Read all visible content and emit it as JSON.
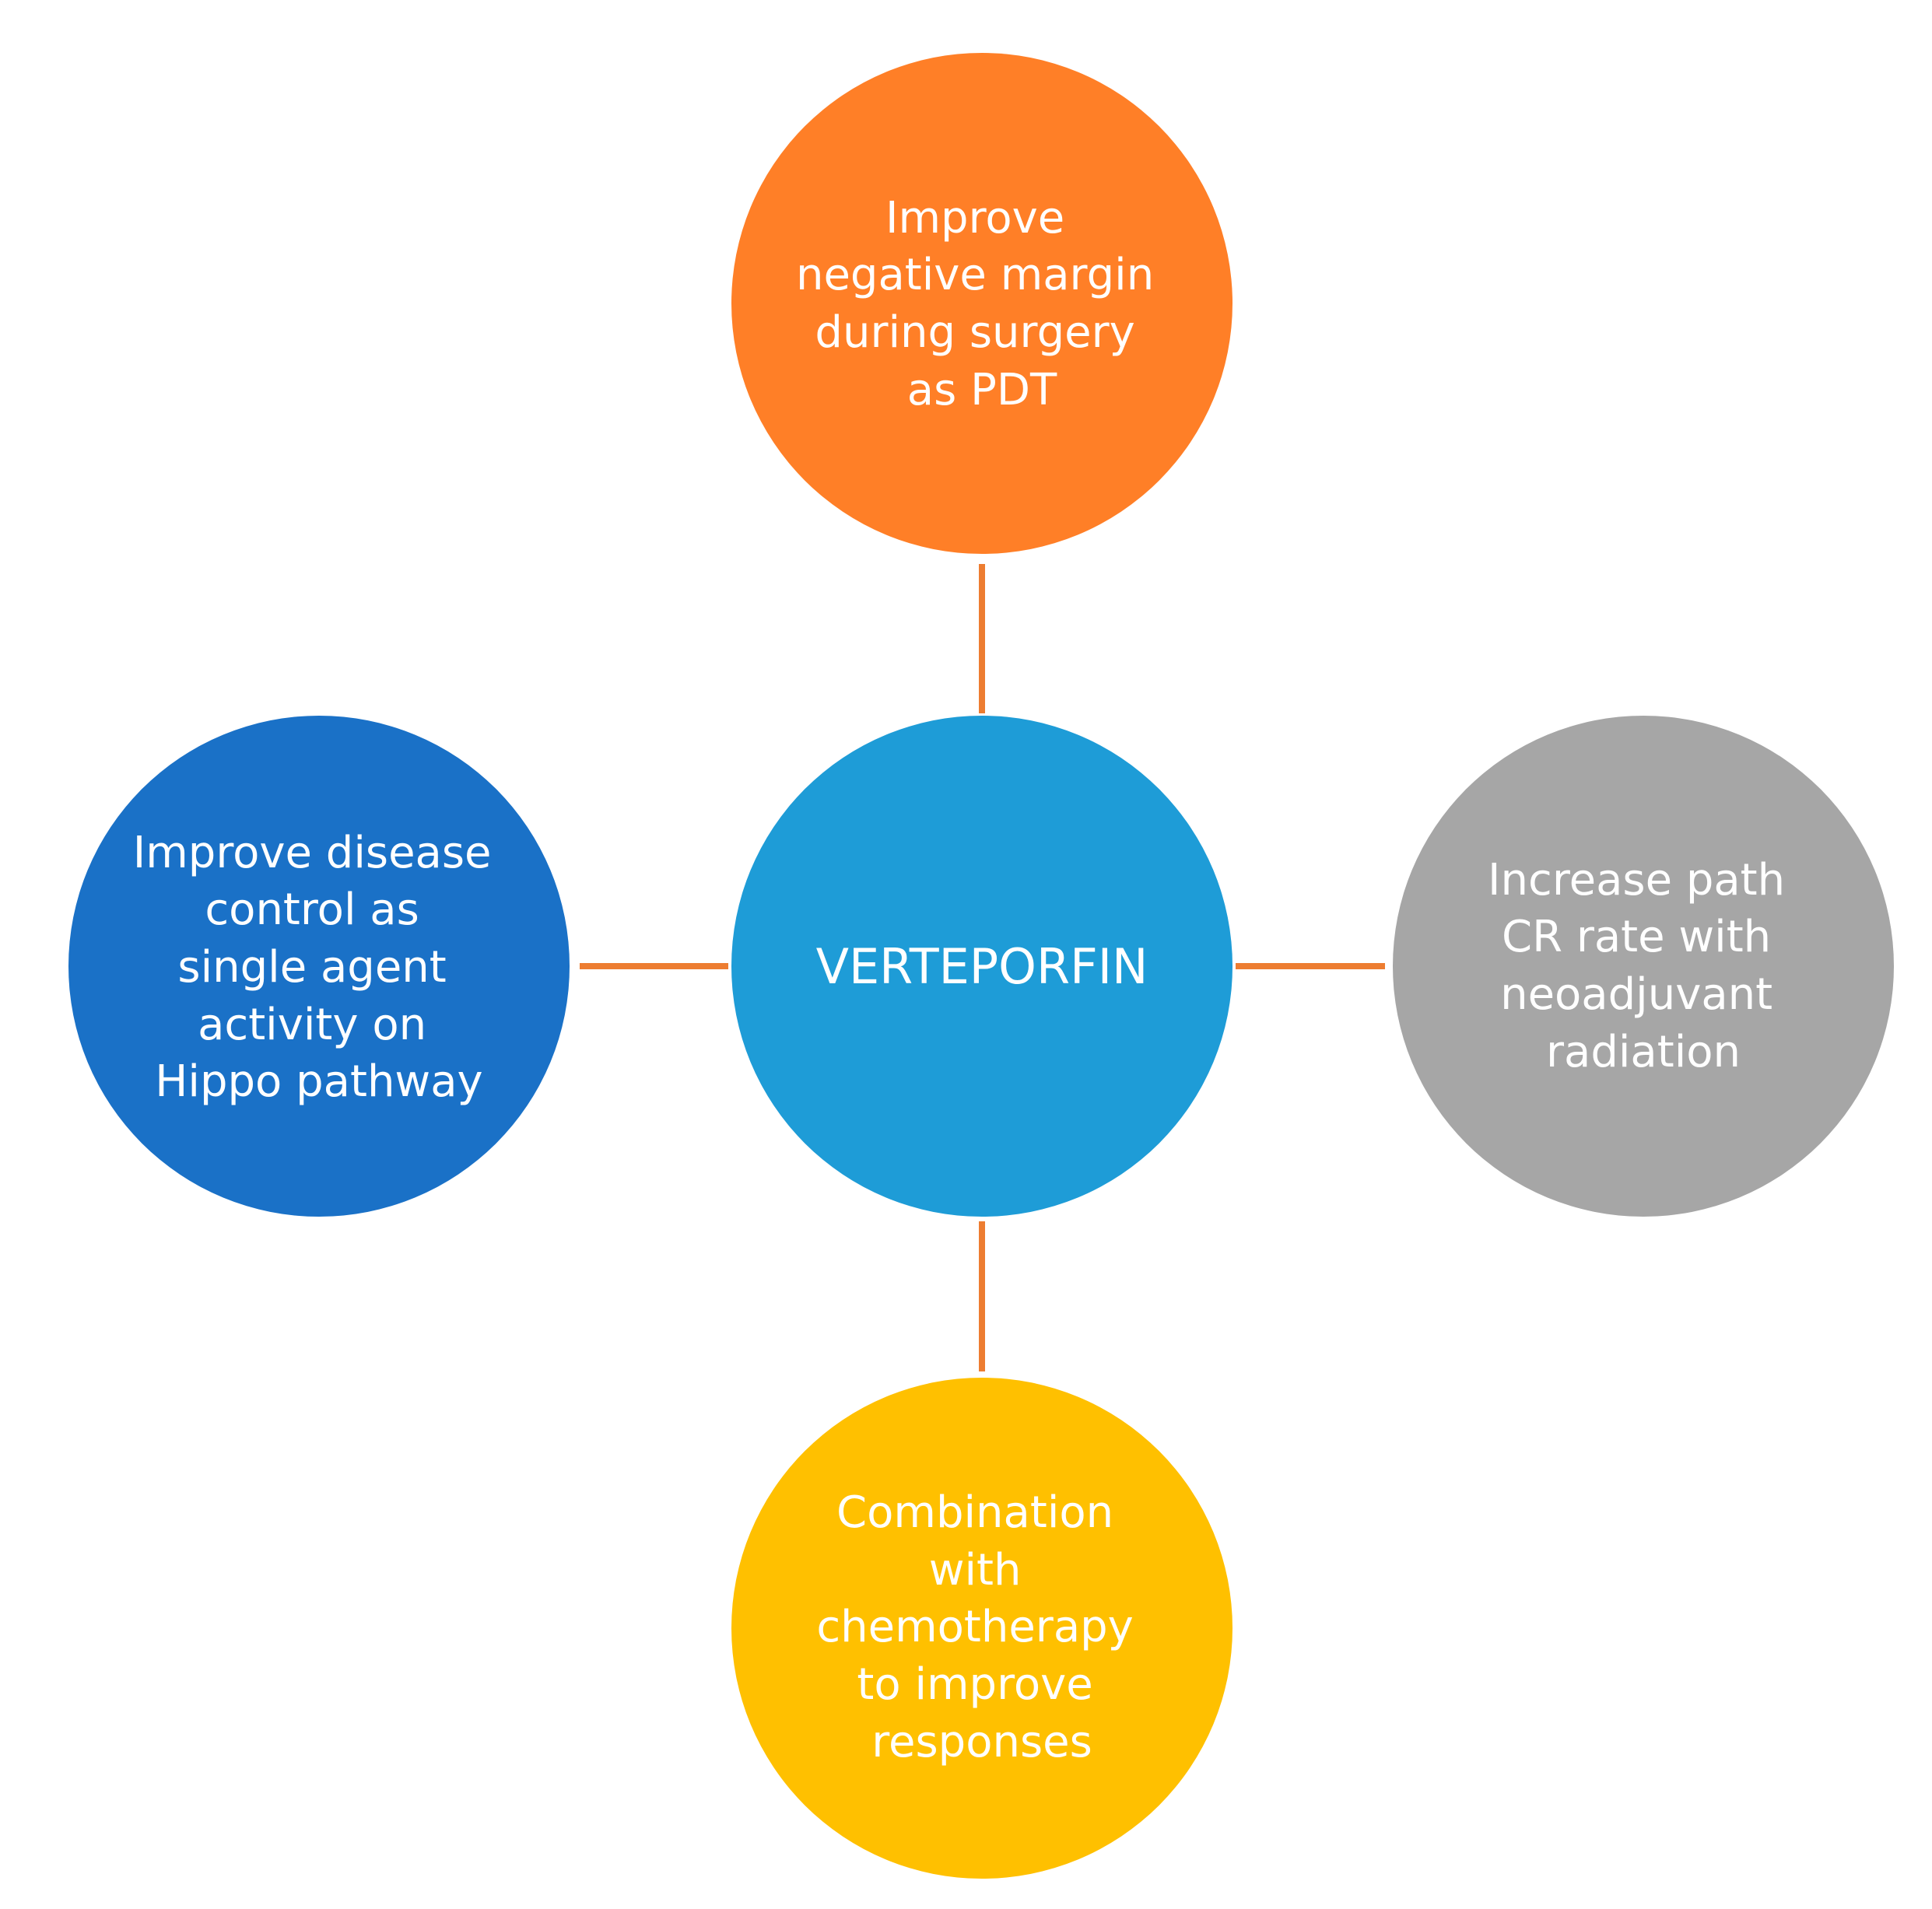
{
  "colors": {
    "background": "#ffffff",
    "connector": "#ED7D31",
    "center": "#1E9CD7",
    "top": "#FF7F27",
    "right": "#A6A6A6",
    "bottom": "#FFC000",
    "left": "#1A71C7",
    "text": "#ffffff"
  },
  "center": {
    "label": "VERTEPORFIN"
  },
  "nodes": {
    "top": {
      "lines": [
        "Improve",
        "negative margin",
        "during surgery",
        "as PDT"
      ]
    },
    "right": {
      "lines": [
        "Increase path",
        "CR  rate with",
        "neoadjuvant",
        "radiation"
      ]
    },
    "bottom": {
      "lines": [
        "Combination",
        "with",
        "chemotherapy",
        "to improve",
        "responses"
      ]
    },
    "left": {
      "lines": [
        "Improve disease",
        "control  as",
        "single agent",
        "activity on",
        "Hippo pathway"
      ]
    }
  }
}
